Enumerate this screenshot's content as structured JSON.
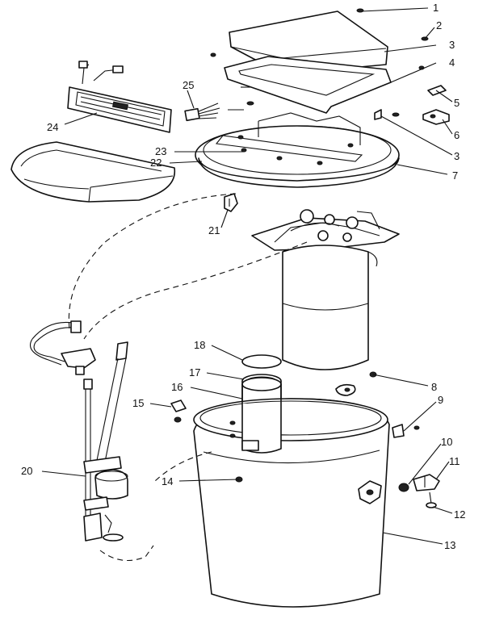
{
  "callouts": [
    {
      "id": "c1",
      "text": "1"
    },
    {
      "id": "c2",
      "text": "2"
    },
    {
      "id": "c3a",
      "text": "3"
    },
    {
      "id": "c4",
      "text": "4"
    },
    {
      "id": "c5",
      "text": "5"
    },
    {
      "id": "c6",
      "text": "6"
    },
    {
      "id": "c3b",
      "text": "3"
    },
    {
      "id": "c7",
      "text": "7"
    },
    {
      "id": "c8",
      "text": "8"
    },
    {
      "id": "c9",
      "text": "9"
    },
    {
      "id": "c10",
      "text": "10"
    },
    {
      "id": "c11",
      "text": "11"
    },
    {
      "id": "c12",
      "text": "12"
    },
    {
      "id": "c13",
      "text": "13"
    },
    {
      "id": "c14",
      "text": "14"
    },
    {
      "id": "c15",
      "text": "15"
    },
    {
      "id": "c16",
      "text": "16"
    },
    {
      "id": "c17",
      "text": "17"
    },
    {
      "id": "c18",
      "text": "18"
    },
    {
      "id": "c20",
      "text": "20"
    },
    {
      "id": "c21",
      "text": "21"
    },
    {
      "id": "c22",
      "text": "22"
    },
    {
      "id": "c23",
      "text": "23"
    },
    {
      "id": "c24",
      "text": "24"
    },
    {
      "id": "c25",
      "text": "25"
    }
  ]
}
